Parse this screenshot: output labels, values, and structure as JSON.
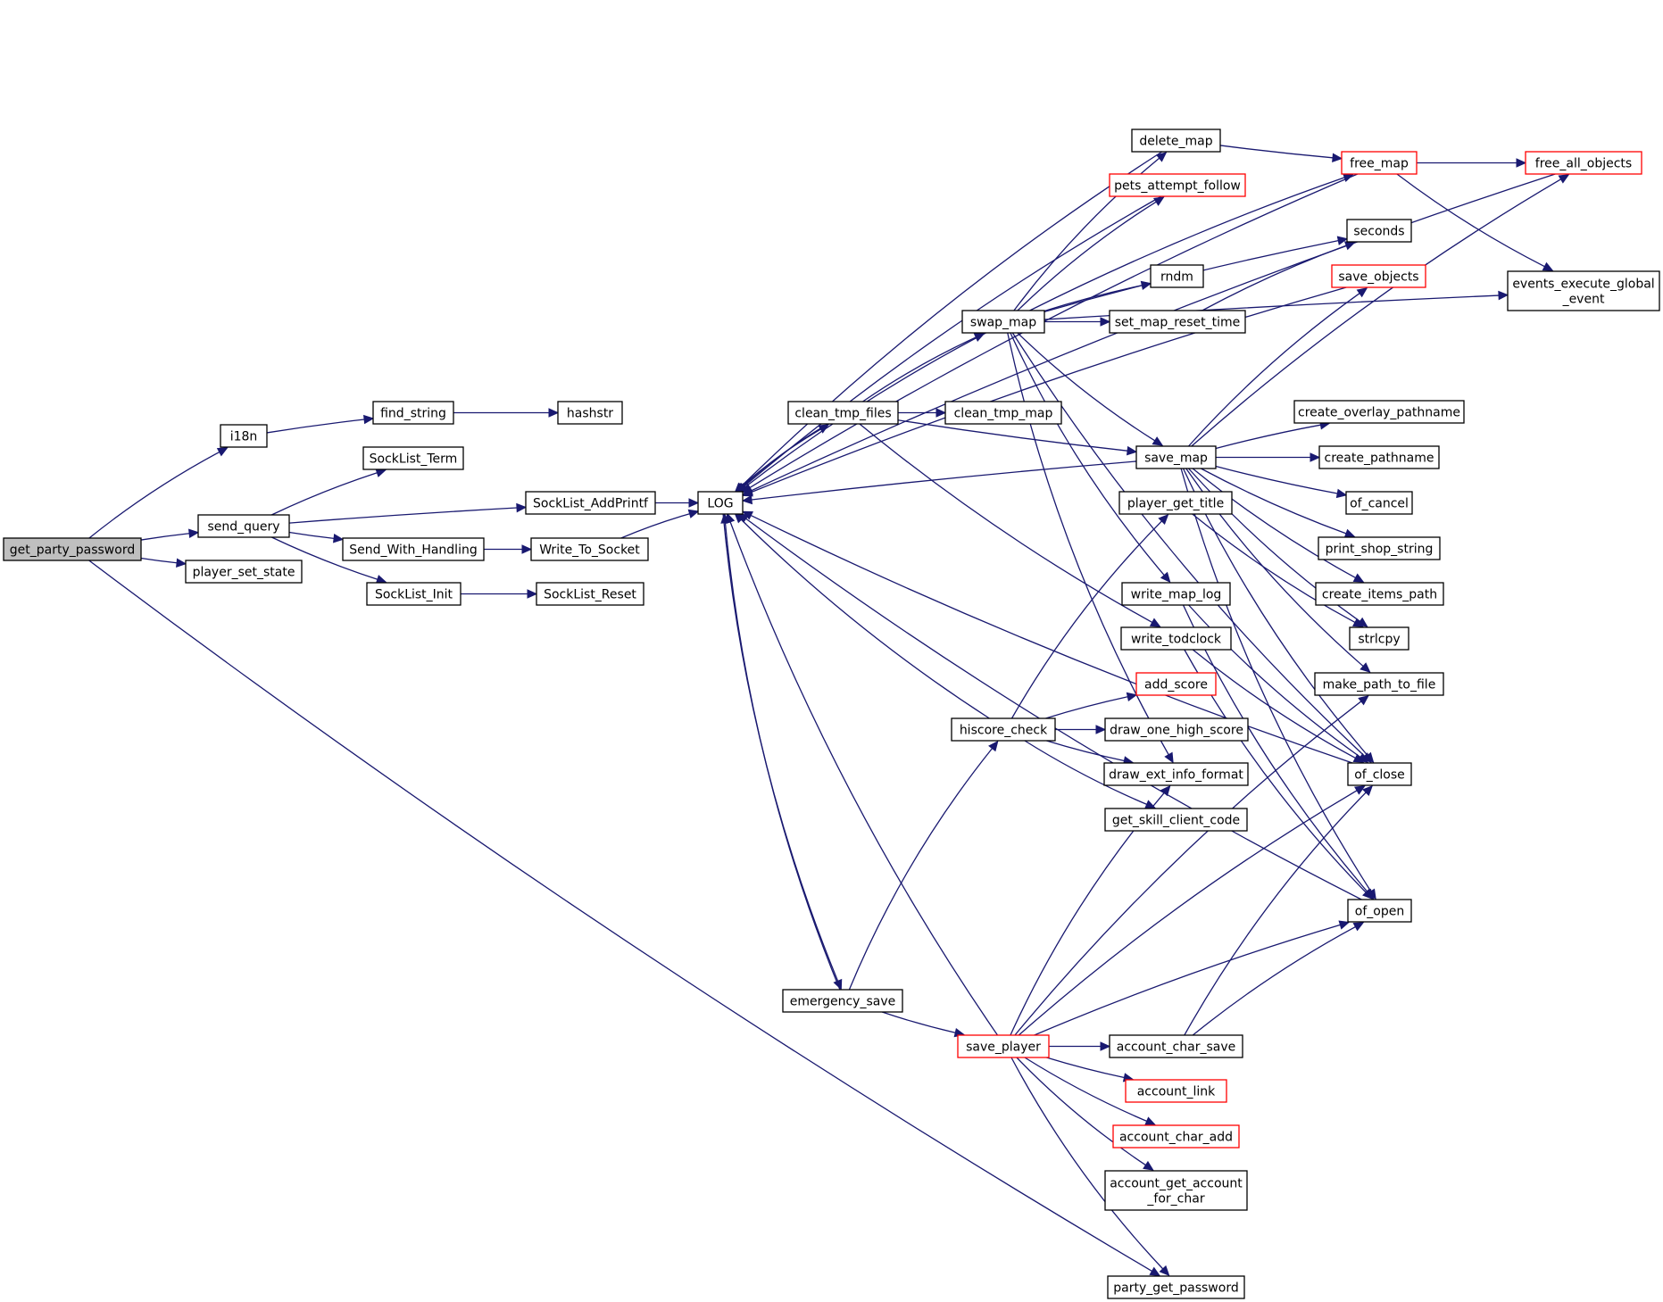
{
  "colors": {
    "edge": "#191970",
    "node_border": "#000000",
    "truncated_node_border": "#ff0000",
    "root_fill": "#bfbfbf",
    "background": "#ffffff"
  },
  "nodes": {
    "get_party_password": {
      "label": [
        "get_party_password"
      ],
      "style": "root"
    },
    "i18n": {
      "label": [
        "i18n"
      ],
      "style": "normal"
    },
    "find_string": {
      "label": [
        "find_string"
      ],
      "style": "normal"
    },
    "hashstr": {
      "label": [
        "hashstr"
      ],
      "style": "normal"
    },
    "send_query": {
      "label": [
        "send_query"
      ],
      "style": "normal"
    },
    "SockList_Term": {
      "label": [
        "SockList_Term"
      ],
      "style": "normal"
    },
    "SockList_AddPrintf": {
      "label": [
        "SockList_AddPrintf"
      ],
      "style": "normal"
    },
    "Send_With_Handling": {
      "label": [
        "Send_With_Handling"
      ],
      "style": "normal"
    },
    "Write_To_Socket": {
      "label": [
        "Write_To_Socket"
      ],
      "style": "normal"
    },
    "SockList_Init": {
      "label": [
        "SockList_Init"
      ],
      "style": "normal"
    },
    "SockList_Reset": {
      "label": [
        "SockList_Reset"
      ],
      "style": "normal"
    },
    "player_set_state": {
      "label": [
        "player_set_state"
      ],
      "style": "normal"
    },
    "LOG": {
      "label": [
        "LOG"
      ],
      "style": "normal"
    },
    "clean_tmp_files": {
      "label": [
        "clean_tmp_files"
      ],
      "style": "normal"
    },
    "clean_tmp_map": {
      "label": [
        "clean_tmp_map"
      ],
      "style": "normal"
    },
    "swap_map": {
      "label": [
        "swap_map"
      ],
      "style": "normal"
    },
    "delete_map": {
      "label": [
        "delete_map"
      ],
      "style": "normal"
    },
    "pets_attempt_follow": {
      "label": [
        "pets_attempt_follow"
      ],
      "style": "truncated"
    },
    "rndm": {
      "label": [
        "rndm"
      ],
      "style": "normal"
    },
    "set_map_reset_time": {
      "label": [
        "set_map_reset_time"
      ],
      "style": "normal"
    },
    "free_map": {
      "label": [
        "free_map"
      ],
      "style": "truncated"
    },
    "free_all_objects": {
      "label": [
        "free_all_objects"
      ],
      "style": "truncated"
    },
    "seconds": {
      "label": [
        "seconds"
      ],
      "style": "normal"
    },
    "save_objects": {
      "label": [
        "save_objects"
      ],
      "style": "truncated"
    },
    "events_execute_global_event": {
      "label": [
        "events_execute_global",
        "_event"
      ],
      "style": "normal"
    },
    "save_map": {
      "label": [
        "save_map"
      ],
      "style": "normal"
    },
    "create_overlay_pathname": {
      "label": [
        "create_overlay_pathname"
      ],
      "style": "normal"
    },
    "create_pathname": {
      "label": [
        "create_pathname"
      ],
      "style": "normal"
    },
    "of_cancel": {
      "label": [
        "of_cancel"
      ],
      "style": "normal"
    },
    "print_shop_string": {
      "label": [
        "print_shop_string"
      ],
      "style": "normal"
    },
    "create_items_path": {
      "label": [
        "create_items_path"
      ],
      "style": "normal"
    },
    "strlcpy": {
      "label": [
        "strlcpy"
      ],
      "style": "normal"
    },
    "make_path_to_file": {
      "label": [
        "make_path_to_file"
      ],
      "style": "normal"
    },
    "player_get_title": {
      "label": [
        "player_get_title"
      ],
      "style": "normal"
    },
    "write_map_log": {
      "label": [
        "write_map_log"
      ],
      "style": "normal"
    },
    "write_todclock": {
      "label": [
        "write_todclock"
      ],
      "style": "normal"
    },
    "add_score": {
      "label": [
        "add_score"
      ],
      "style": "truncated"
    },
    "hiscore_check": {
      "label": [
        "hiscore_check"
      ],
      "style": "normal"
    },
    "draw_one_high_score": {
      "label": [
        "draw_one_high_score"
      ],
      "style": "normal"
    },
    "draw_ext_info_format": {
      "label": [
        "draw_ext_info_format"
      ],
      "style": "normal"
    },
    "get_skill_client_code": {
      "label": [
        "get_skill_client_code"
      ],
      "style": "normal"
    },
    "of_close": {
      "label": [
        "of_close"
      ],
      "style": "normal"
    },
    "of_open": {
      "label": [
        "of_open"
      ],
      "style": "normal"
    },
    "emergency_save": {
      "label": [
        "emergency_save"
      ],
      "style": "normal"
    },
    "save_player": {
      "label": [
        "save_player"
      ],
      "style": "truncated"
    },
    "account_char_save": {
      "label": [
        "account_char_save"
      ],
      "style": "normal"
    },
    "account_link": {
      "label": [
        "account_link"
      ],
      "style": "truncated"
    },
    "account_char_add": {
      "label": [
        "account_char_add"
      ],
      "style": "truncated"
    },
    "account_get_account_for_char": {
      "label": [
        "account_get_account",
        "_for_char"
      ],
      "style": "normal"
    },
    "party_get_password": {
      "label": [
        "party_get_password"
      ],
      "style": "normal"
    }
  },
  "edges": [
    [
      "get_party_password",
      "i18n"
    ],
    [
      "get_party_password",
      "send_query"
    ],
    [
      "get_party_password",
      "player_set_state"
    ],
    [
      "get_party_password",
      "party_get_password"
    ],
    [
      "i18n",
      "find_string"
    ],
    [
      "find_string",
      "hashstr"
    ],
    [
      "send_query",
      "SockList_Term"
    ],
    [
      "send_query",
      "SockList_AddPrintf"
    ],
    [
      "send_query",
      "Send_With_Handling"
    ],
    [
      "send_query",
      "SockList_Init"
    ],
    [
      "SockList_AddPrintf",
      "LOG"
    ],
    [
      "Send_With_Handling",
      "Write_To_Socket"
    ],
    [
      "Write_To_Socket",
      "LOG"
    ],
    [
      "SockList_Init",
      "SockList_Reset"
    ],
    [
      "LOG",
      "clean_tmp_files"
    ],
    [
      "LOG",
      "emergency_save"
    ],
    [
      "clean_tmp_files",
      "LOG"
    ],
    [
      "clean_tmp_files",
      "swap_map"
    ],
    [
      "clean_tmp_files",
      "clean_tmp_map"
    ],
    [
      "clean_tmp_files",
      "save_map"
    ],
    [
      "clean_tmp_files",
      "write_todclock"
    ],
    [
      "swap_map",
      "LOG"
    ],
    [
      "swap_map",
      "delete_map"
    ],
    [
      "swap_map",
      "pets_attempt_follow"
    ],
    [
      "swap_map",
      "free_map"
    ],
    [
      "swap_map",
      "rndm"
    ],
    [
      "swap_map",
      "set_map_reset_time"
    ],
    [
      "swap_map",
      "seconds"
    ],
    [
      "swap_map",
      "events_execute_global_event"
    ],
    [
      "swap_map",
      "save_map"
    ],
    [
      "swap_map",
      "write_map_log"
    ],
    [
      "swap_map",
      "draw_ext_info_format"
    ],
    [
      "swap_map",
      "of_close"
    ],
    [
      "delete_map",
      "LOG"
    ],
    [
      "delete_map",
      "free_map"
    ],
    [
      "pets_attempt_follow",
      "LOG"
    ],
    [
      "free_map",
      "LOG"
    ],
    [
      "free_map",
      "free_all_objects"
    ],
    [
      "free_map",
      "events_execute_global_event"
    ],
    [
      "free_all_objects",
      "LOG"
    ],
    [
      "set_map_reset_time",
      "seconds"
    ],
    [
      "save_objects",
      "LOG"
    ],
    [
      "save_map",
      "LOG"
    ],
    [
      "save_map",
      "free_all_objects"
    ],
    [
      "save_map",
      "save_objects"
    ],
    [
      "save_map",
      "create_overlay_pathname"
    ],
    [
      "save_map",
      "create_pathname"
    ],
    [
      "save_map",
      "of_cancel"
    ],
    [
      "save_map",
      "print_shop_string"
    ],
    [
      "save_map",
      "create_items_path"
    ],
    [
      "save_map",
      "strlcpy"
    ],
    [
      "save_map",
      "make_path_to_file"
    ],
    [
      "save_map",
      "of_close"
    ],
    [
      "save_map",
      "of_open"
    ],
    [
      "player_get_title",
      "strlcpy"
    ],
    [
      "write_map_log",
      "of_close"
    ],
    [
      "write_map_log",
      "of_open"
    ],
    [
      "write_todclock",
      "of_close"
    ],
    [
      "write_todclock",
      "of_open"
    ],
    [
      "hiscore_check",
      "LOG"
    ],
    [
      "hiscore_check",
      "player_get_title"
    ],
    [
      "hiscore_check",
      "add_score"
    ],
    [
      "hiscore_check",
      "draw_one_high_score"
    ],
    [
      "hiscore_check",
      "draw_ext_info_format"
    ],
    [
      "hiscore_check",
      "get_skill_client_code"
    ],
    [
      "of_close",
      "LOG"
    ],
    [
      "of_open",
      "LOG"
    ],
    [
      "emergency_save",
      "LOG"
    ],
    [
      "emergency_save",
      "hiscore_check"
    ],
    [
      "emergency_save",
      "save_player"
    ],
    [
      "save_player",
      "LOG"
    ],
    [
      "save_player",
      "draw_ext_info_format"
    ],
    [
      "save_player",
      "make_path_to_file"
    ],
    [
      "save_player",
      "of_close"
    ],
    [
      "save_player",
      "of_open"
    ],
    [
      "save_player",
      "account_char_save"
    ],
    [
      "save_player",
      "account_link"
    ],
    [
      "save_player",
      "account_char_add"
    ],
    [
      "save_player",
      "account_get_account_for_char"
    ],
    [
      "save_player",
      "party_get_password"
    ],
    [
      "account_char_save",
      "of_close"
    ],
    [
      "account_char_save",
      "of_open"
    ]
  ]
}
